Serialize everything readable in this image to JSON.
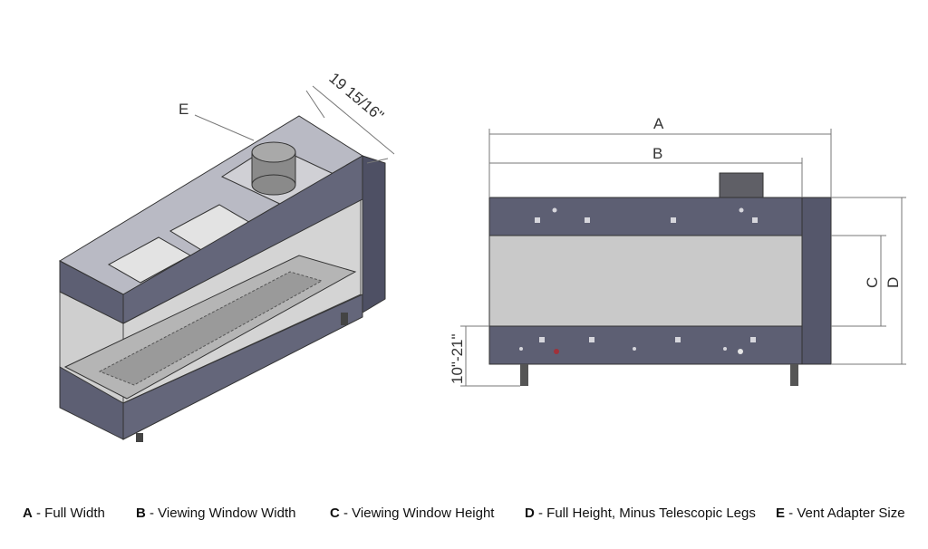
{
  "dimensions": {
    "vent_depth": "19 15/16\"",
    "leg_height": "10\"-21\"",
    "letters": {
      "a": "A",
      "b": "B",
      "c": "C",
      "d": "D",
      "e": "E"
    }
  },
  "legend": [
    {
      "letter": "A",
      "text": " - Full Width"
    },
    {
      "letter": "B",
      "text": " - Viewing Window Width"
    },
    {
      "letter": "C",
      "text": " - Viewing Window Height"
    },
    {
      "letter": "D",
      "text": " - Full Height, Minus Telescopic Legs"
    },
    {
      "letter": "E",
      "text": " - Vent Adapter Size"
    }
  ],
  "colors": {
    "steel": "#5d5f73",
    "steel_light": "#7d7f92",
    "glass": "#c9c9c9",
    "panel": "#d9d9d9",
    "dim_line": "#777777"
  }
}
